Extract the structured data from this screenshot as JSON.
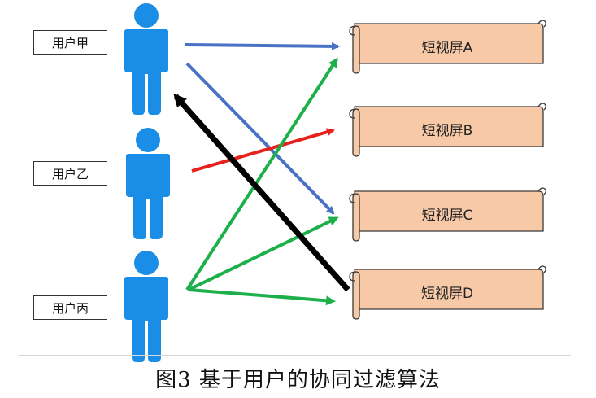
{
  "users": [
    {
      "label": "用户甲"
    },
    {
      "label": "用户乙"
    },
    {
      "label": "用户丙"
    }
  ],
  "videos": [
    {
      "label": "短视屏A"
    },
    {
      "label": "短视屏B"
    },
    {
      "label": "短视屏C"
    },
    {
      "label": "短视屏D"
    }
  ],
  "caption": "图3  基于用户的协同过滤算法",
  "colors": {
    "person": "#1a8ee6",
    "scroll_fill": "#f7c9a7",
    "scroll_stroke": "#3a3a3a",
    "edge_blue": "#4a72c4",
    "edge_red": "#e8201c",
    "edge_green": "#1db04a",
    "edge_black": "#000000"
  },
  "edges": [
    {
      "from": "用户甲",
      "to": "短视屏A",
      "color": "edge_blue"
    },
    {
      "from": "用户甲",
      "to": "短视屏C",
      "color": "edge_blue"
    },
    {
      "from": "用户乙",
      "to": "短视屏B",
      "color": "edge_red"
    },
    {
      "from": "用户丙",
      "to": "短视屏A",
      "color": "edge_green"
    },
    {
      "from": "用户丙",
      "to": "短视屏C",
      "color": "edge_green"
    },
    {
      "from": "用户丙",
      "to": "短视屏D",
      "color": "edge_green"
    },
    {
      "from": "短视屏D",
      "to": "用户甲",
      "color": "edge_black"
    }
  ]
}
